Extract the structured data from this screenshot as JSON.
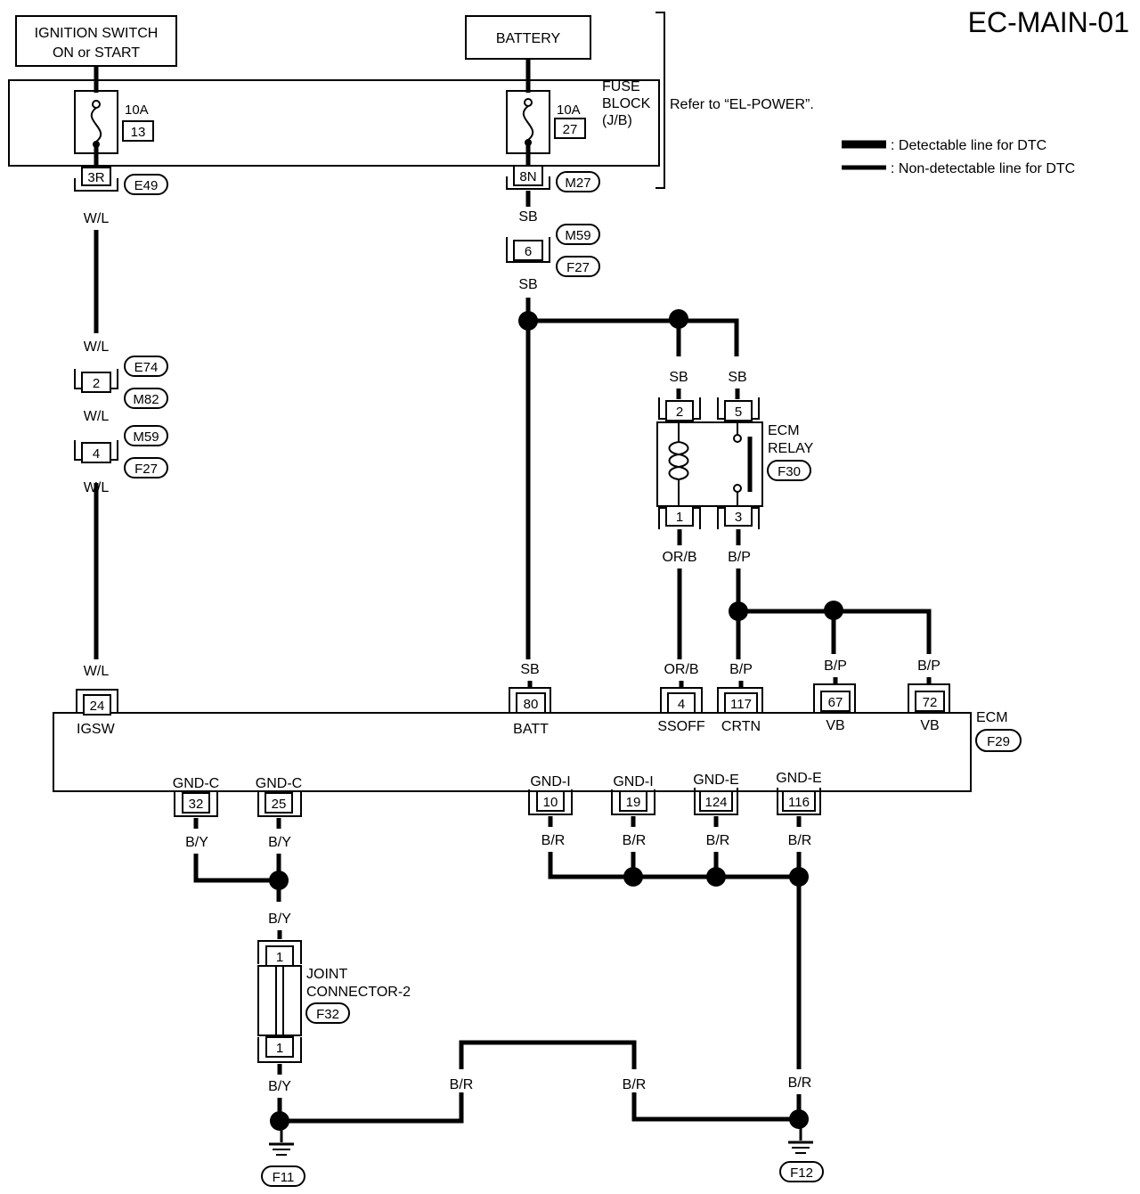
{
  "title": "EC-MAIN-01",
  "legend": {
    "detectable": ": Detectable line for DTC",
    "non_detectable": ": Non-detectable line for DTC"
  },
  "sources": {
    "ignition_line1": "IGNITION SWITCH",
    "ignition_line2": "ON or START",
    "battery": "BATTERY"
  },
  "fuse_block": {
    "label_line1": "FUSE",
    "label_line2": "BLOCK",
    "label_line3": "(J/B)",
    "refer": "Refer to “EL-POWER”.",
    "fuse_left_rating": "10A",
    "fuse_left_number": "13",
    "fuse_right_rating": "10A",
    "fuse_right_number": "27",
    "terminal_left": "3R",
    "terminal_right": "8N",
    "connector_left": "E49",
    "connector_right": "M27"
  },
  "ignition_wire": {
    "color": "W/L",
    "conn_a_pin": "2",
    "conn_a_ids": [
      "E74",
      "M82"
    ],
    "conn_b_pin": "4",
    "conn_b_ids": [
      "M59",
      "F27"
    ]
  },
  "battery_wire": {
    "color": "SB",
    "conn_pin": "6",
    "conn_ids": [
      "M59",
      "F27"
    ]
  },
  "ecm_relay": {
    "label_line1": "ECM",
    "label_line2": "RELAY",
    "connector": "F30",
    "pin_2": "2",
    "pin_5": "5",
    "pin_1": "1",
    "pin_3": "3",
    "wire_in": "SB",
    "wire_out_1": "OR/B",
    "wire_out_3": "B/P"
  },
  "ecm": {
    "label": "ECM",
    "connector": "F29",
    "top_pins": [
      {
        "pin": "24",
        "name": "IGSW",
        "wire": "W/L"
      },
      {
        "pin": "80",
        "name": "BATT",
        "wire": "SB"
      },
      {
        "pin": "4",
        "name": "SSOFF",
        "wire": "OR/B"
      },
      {
        "pin": "117",
        "name": "CRTN",
        "wire": "B/P"
      },
      {
        "pin": "67",
        "name": "VB",
        "wire": "B/P"
      },
      {
        "pin": "72",
        "name": "VB",
        "wire": "B/P"
      }
    ],
    "bottom_pins": [
      {
        "pin": "32",
        "name": "GND-C",
        "wire": "B/Y"
      },
      {
        "pin": "25",
        "name": "GND-C",
        "wire": "B/Y"
      },
      {
        "pin": "10",
        "name": "GND-I",
        "wire": "B/R"
      },
      {
        "pin": "19",
        "name": "GND-I",
        "wire": "B/R"
      },
      {
        "pin": "124",
        "name": "GND-E",
        "wire": "B/R"
      },
      {
        "pin": "116",
        "name": "GND-E",
        "wire": "B/R"
      }
    ]
  },
  "joint_connector": {
    "label_line1": "JOINT",
    "label_line2": "CONNECTOR-2",
    "connector": "F32",
    "pin_top": "1",
    "pin_bottom": "1"
  },
  "ground_wires": {
    "by": "B/Y",
    "br": "B/R"
  },
  "grounds": {
    "left": "F11",
    "right": "F12"
  }
}
